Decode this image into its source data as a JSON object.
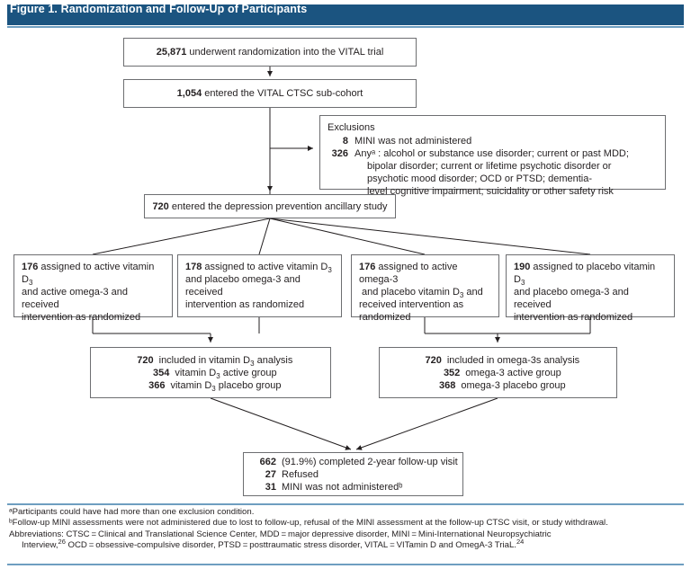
{
  "figure": {
    "title": "Figure 1. Randomization and Follow-Up of Participants",
    "header_color": "#1b5480",
    "rule_color": "#6e9ec0",
    "box_border_color": "#6d6e71"
  },
  "nodes": {
    "randomized": {
      "number": "25,871",
      "text": " underwent randomization into the VITAL trial"
    },
    "subcohort": {
      "number": "1,054",
      "text": " entered the VITAL CTSC sub-cohort"
    },
    "exclusions": {
      "heading": "Exclusions",
      "items": [
        {
          "number": "8",
          "text": "MINI was not administered",
          "continuation": []
        },
        {
          "number": "326",
          "text": "Anyᵃ : alcohol or substance use disorder; current or past MDD;",
          "continuation": [
            "bipolar disorder; current or lifetime psychotic disorder or",
            "psychotic mood disorder; OCD or PTSD; dementia-",
            "level cognitive impairment; suicidality or other safety risk"
          ]
        }
      ]
    },
    "ancillary": {
      "number": "720",
      "text": " entered the depression prevention ancillary study"
    },
    "arms": [
      {
        "number": "176",
        "lines": [
          " assigned to active vitamin D3",
          "and active omega-3 and received",
          "intervention as randomized"
        ]
      },
      {
        "number": "178",
        "lines": [
          " assigned to active vitamin D3",
          "and placebo omega-3 and received",
          "intervention as randomized"
        ]
      },
      {
        "number": "176",
        "lines": [
          " assigned to active omega-3",
          "and placebo vitamin D3 and",
          "received intervention as",
          "randomized"
        ]
      },
      {
        "number": "190",
        "lines": [
          " assigned to placebo vitamin D3",
          "and placebo omega-3 and received",
          "intervention as randomized"
        ]
      }
    ],
    "analysis_vitamin_d": {
      "rows": [
        {
          "number": "720",
          "text": "included in vitamin D3 analysis"
        },
        {
          "number": "354",
          "text": "vitamin D3 active group"
        },
        {
          "number": "366",
          "text": "vitamin D3 placebo group"
        }
      ]
    },
    "analysis_omega3": {
      "rows": [
        {
          "number": "720",
          "text": "included in omega-3s analysis"
        },
        {
          "number": "352",
          "text": "omega-3 active group"
        },
        {
          "number": "368",
          "text": "omega-3 placebo group"
        }
      ]
    },
    "followup": {
      "rows": [
        {
          "number": "662",
          "text": "(91.9%) completed 2-year follow-up visit"
        },
        {
          "number": "27",
          "text": "Refused"
        },
        {
          "number": "31",
          "text": "MINI was not administeredᵇ"
        }
      ]
    }
  },
  "footnotes": {
    "a": "ᵃParticipants could have had more than one exclusion condition.",
    "b": "ᵇFollow-up MINI assessments were not administered due to lost to follow-up, refusal of the MINI assessment at the follow-up CTSC visit, or study withdrawal.",
    "abbrev_line1": "Abbreviations: CTSC = Clinical and Translational Science Center, MDD = major depressive disorder, MINI = Mini-International Neuropsychiatric",
    "abbrev_line2_a": "Interview,",
    "abbrev_line2_ref1": "26",
    "abbrev_line2_b": " OCD = obsessive-compulsive disorder, PTSD = posttraumatic stress disorder, VITAL = VITamin D and OmegA-3 TriaL.",
    "abbrev_line2_ref2": "24"
  }
}
